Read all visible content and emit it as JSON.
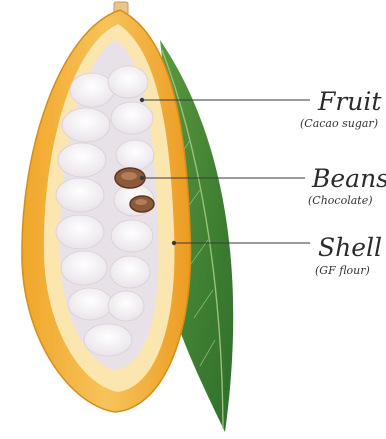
{
  "labels": [
    {
      "title": "Fruit",
      "subtitle": "(Cacao sugar)"
    },
    {
      "title": "Beans",
      "subtitle": "(Chocolate)"
    },
    {
      "title": "Shell",
      "subtitle": "(GF flour)"
    }
  ],
  "colors": {
    "shell_orange": "#f3b33a",
    "shell_inner": "#fde9b6",
    "fruit_white": "#f3eff2",
    "bean_brown": "#7a4a2f",
    "leaf_green": "#2f7a32",
    "leader_line": "#3a3a3a"
  }
}
